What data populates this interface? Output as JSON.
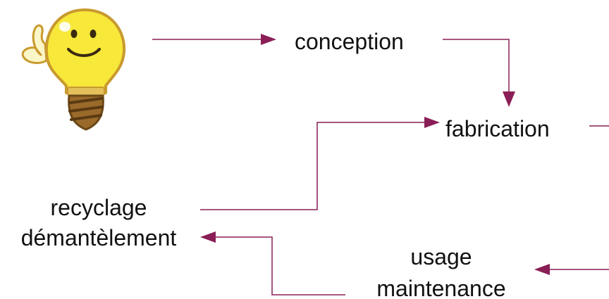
{
  "colors": {
    "arrow": "#8a1e56",
    "bulb_fill": "#f7e83a",
    "bulb_outline": "#c99a2e",
    "screw": "#7a5320",
    "text": "#111111"
  },
  "icons": {
    "mascot": "smiling-lightbulb-icon"
  },
  "steps": {
    "conception": "conception",
    "fabrication": "fabrication",
    "recyclage": "recyclage",
    "demantelement": "démantèlement",
    "usage": "usage",
    "maintenance": "maintenance"
  }
}
